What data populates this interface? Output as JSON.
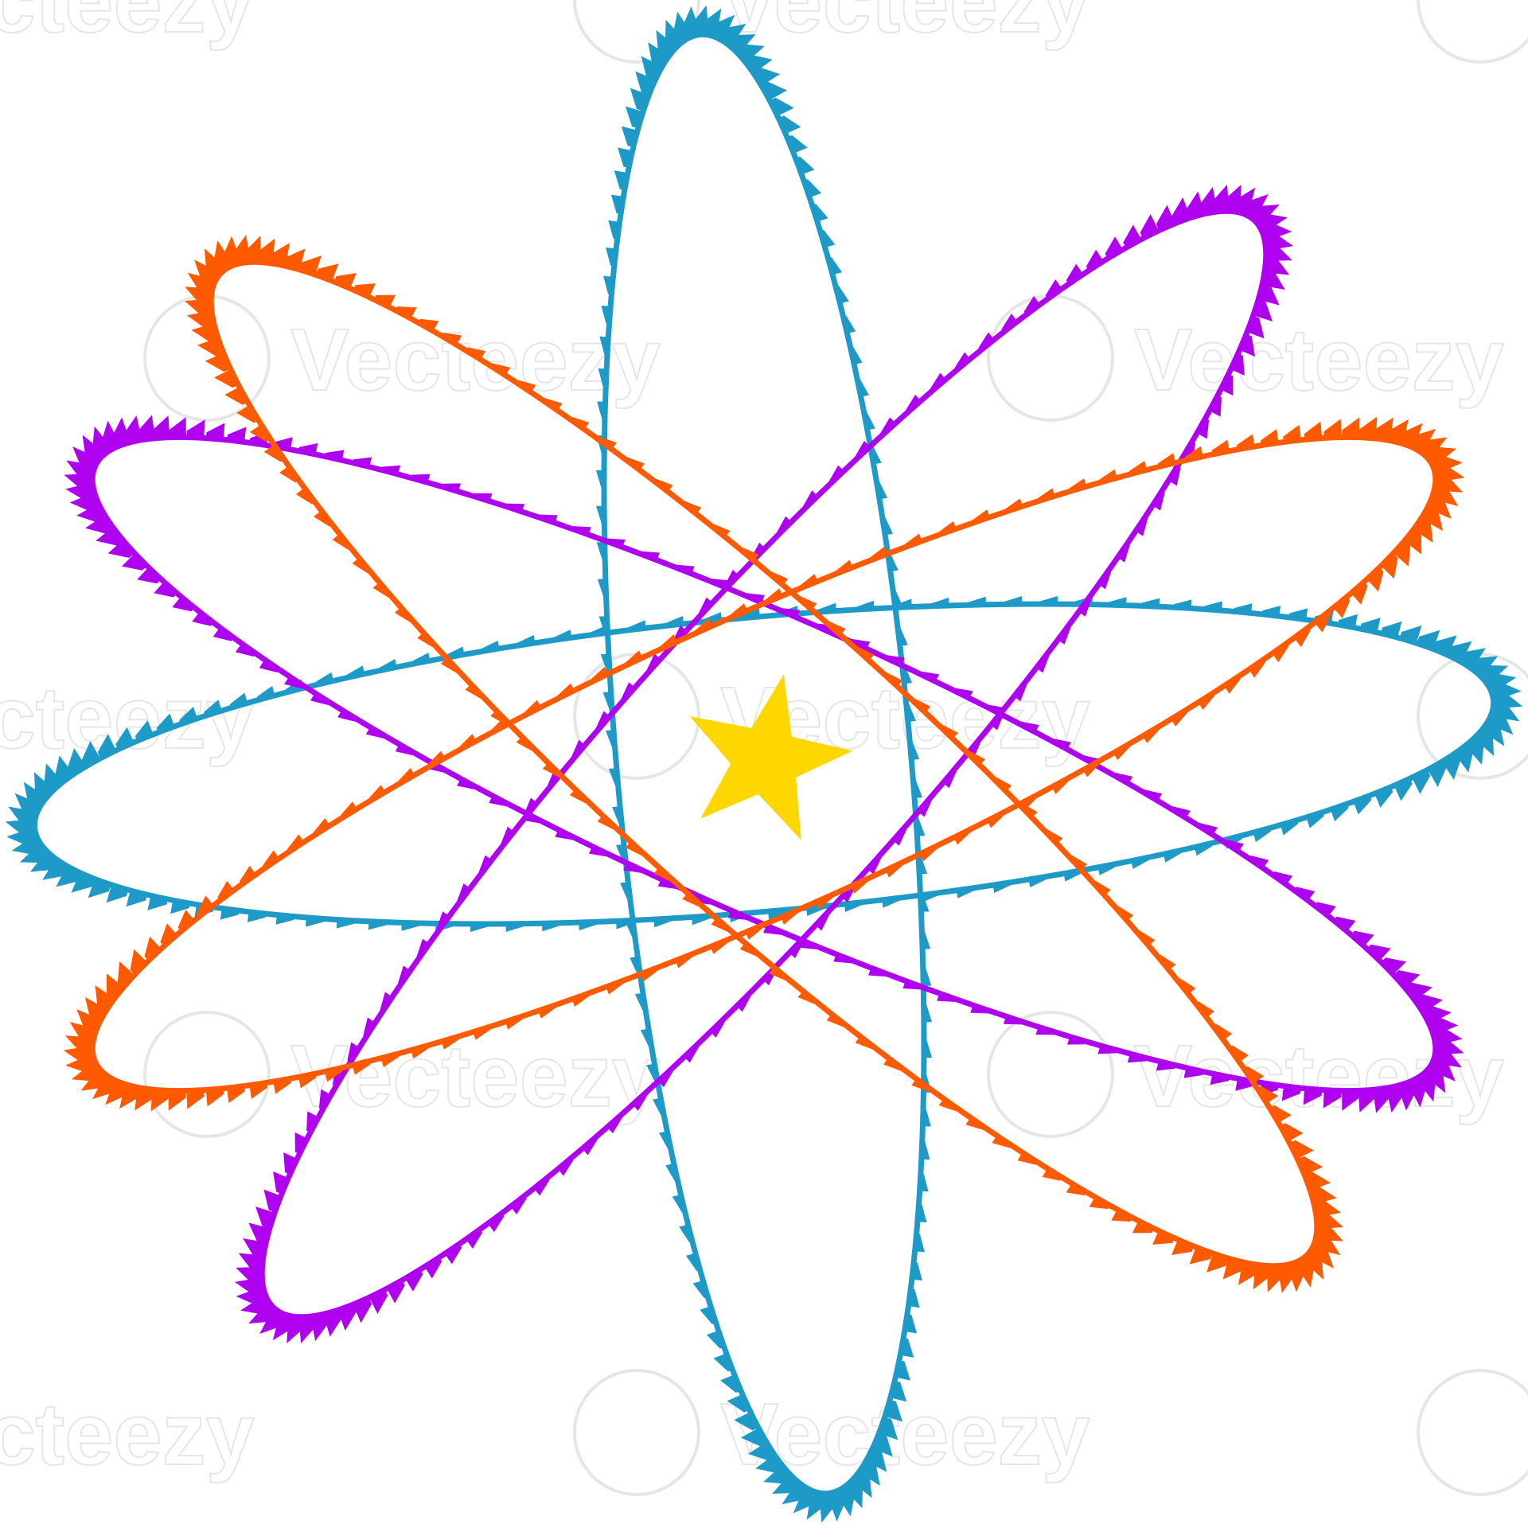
{
  "watermark": {
    "brand": "Vecteezy",
    "color": "#e6e6e6"
  },
  "colors": {
    "background": "#ffffff",
    "star": "#FFD700"
  },
  "design": {
    "type": "atom-spirograph",
    "star_icon": "star-icon",
    "ellipses": [
      {
        "color": "#1E9AC8",
        "rotation_deg": -5
      },
      {
        "color": "#1E9AC8",
        "rotation_deg": 85
      },
      {
        "color": "#B000F0",
        "rotation_deg": 24
      },
      {
        "color": "#B000F0",
        "rotation_deg": -48
      },
      {
        "color": "#FF5A00",
        "rotation_deg": -24
      },
      {
        "color": "#FF5A00",
        "rotation_deg": 42
      }
    ]
  }
}
